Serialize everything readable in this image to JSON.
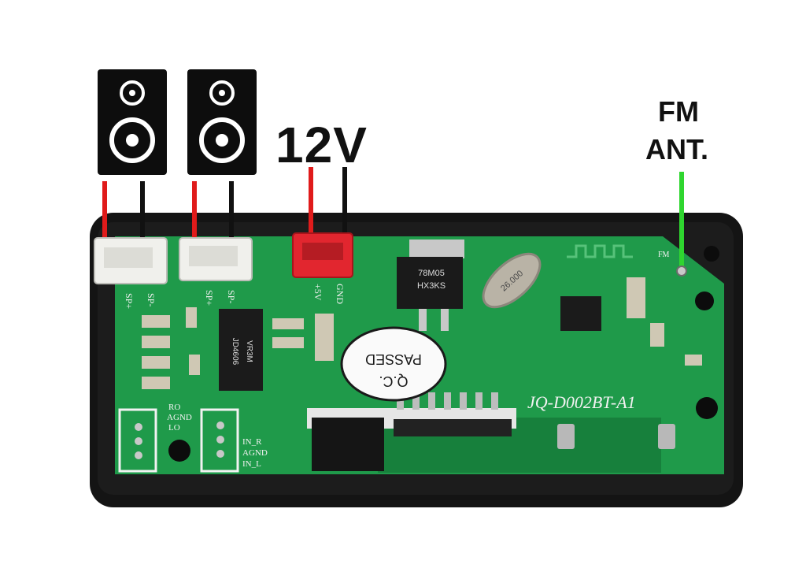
{
  "labels": {
    "power": "12V",
    "antenna_line1": "FM",
    "antenna_line2": "ANT."
  },
  "board": {
    "model": "JQ-D002BT-A1",
    "qc_line1": "Q.C.",
    "qc_line2": "PASSED",
    "chip_text": "JD4606",
    "chip_sub": "VR3M",
    "regulator_text": "78M05",
    "regulator_sub": "HX3KS",
    "crystal_text": "26.000",
    "speaker1_pos": "SP+",
    "speaker1_neg": "SP-",
    "speaker2_pos": "SP+",
    "speaker2_neg": "SP-",
    "dc_label": "+5V",
    "gnd_label": "GND",
    "fm_pad_label": "FM",
    "out_label_top": "RO",
    "out_label_mid": "AGND",
    "out_label_bot": "LO",
    "in_label_top": "IN_R",
    "in_label_mid": "AGND",
    "in_label_bot": "IN_L"
  },
  "colors": {
    "background": "#ffffff",
    "frame": "#141414",
    "pcb": "#1f9a4a",
    "pcb_dark": "#17803c",
    "silkscreen": "#f2f2f2",
    "wire_red": "#e01b1b",
    "wire_black": "#111111",
    "wire_green": "#2fd62f",
    "connector_white": "#f0f0ec",
    "connector_red": "#e2262f",
    "speaker_body": "#0d0d0d"
  }
}
